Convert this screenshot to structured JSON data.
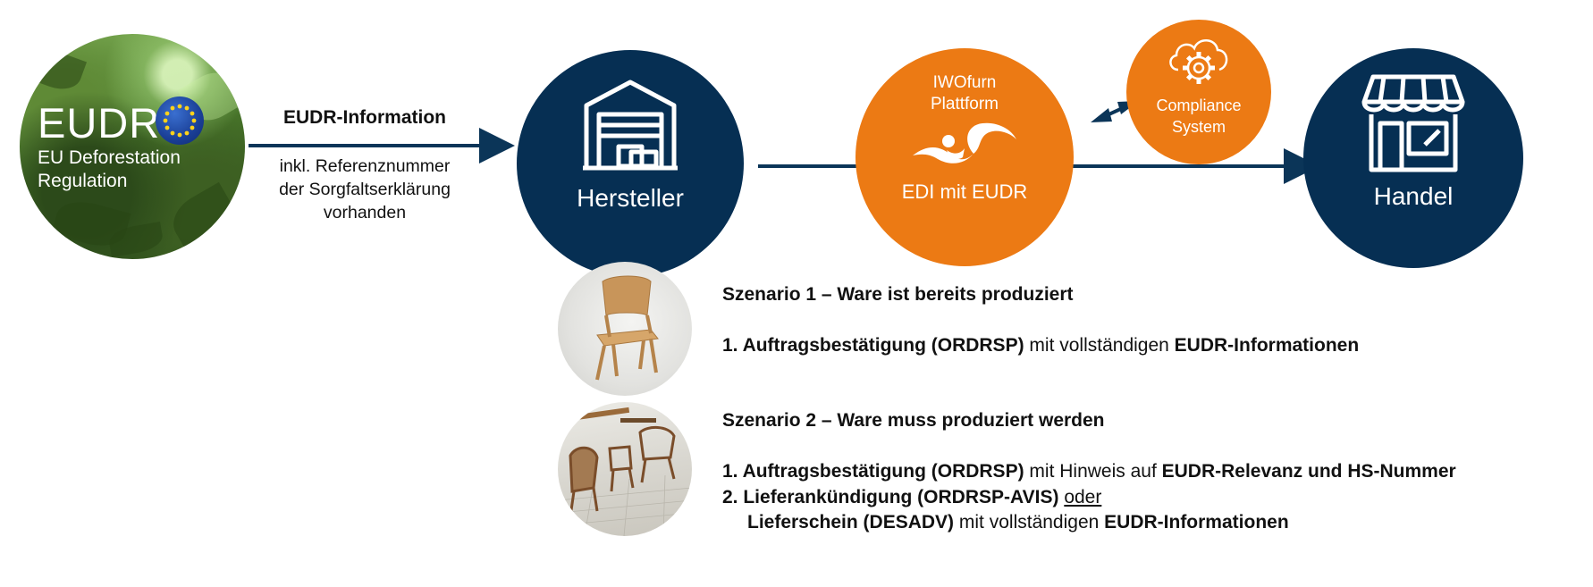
{
  "eudr": {
    "title": "EUDR",
    "subtitle_line1": "EU Deforestation",
    "subtitle_line2": "Regulation"
  },
  "info": {
    "title": "EUDR-Information",
    "line1": "inkl. Referenznummer",
    "line2": "der Sorgfaltserklärung",
    "line3": "vorhanden"
  },
  "nodes": {
    "hersteller": "Hersteller",
    "plattform_line1": "IWOfurn",
    "plattform_line2": "Plattform",
    "plattform_edi": "EDI mit EUDR",
    "compliance_line1": "Compliance",
    "compliance_line2": "System",
    "handel": "Handel"
  },
  "icons": {
    "warehouse": "warehouse-icon",
    "logo": "iwofurn-logo-icon",
    "cloud_gear": "cloud-gear-icon",
    "shop": "shop-icon",
    "flag": "eu-flag-icon"
  },
  "colors": {
    "navy": "#062f53",
    "orange": "#ec7a14",
    "arrow": "#0b3558"
  },
  "scenario1": {
    "title": "Szenario 1 –  Ware ist bereits produziert",
    "item1_bold1": "1. Auftragsbestätigung (ORDRSP)",
    "item1_text": " mit vollständigen ",
    "item1_bold2": "EUDR-Informationen"
  },
  "scenario2": {
    "title": "Szenario 2 – Ware muss produziert werden",
    "item1_bold1": "1. Auftragsbestätigung (ORDRSP)",
    "item1_text": " mit Hinweis auf ",
    "item1_bold2": "EUDR-Relevanz und HS-Nummer",
    "item2_bold1": "2. Lieferankündigung (ORDRSP-AVIS)",
    "item2_oder": "oder",
    "item3_bold1": "Lieferschein (DESADV)",
    "item3_text": " mit vollständigen ",
    "item3_bold2": "EUDR-Informationen"
  }
}
